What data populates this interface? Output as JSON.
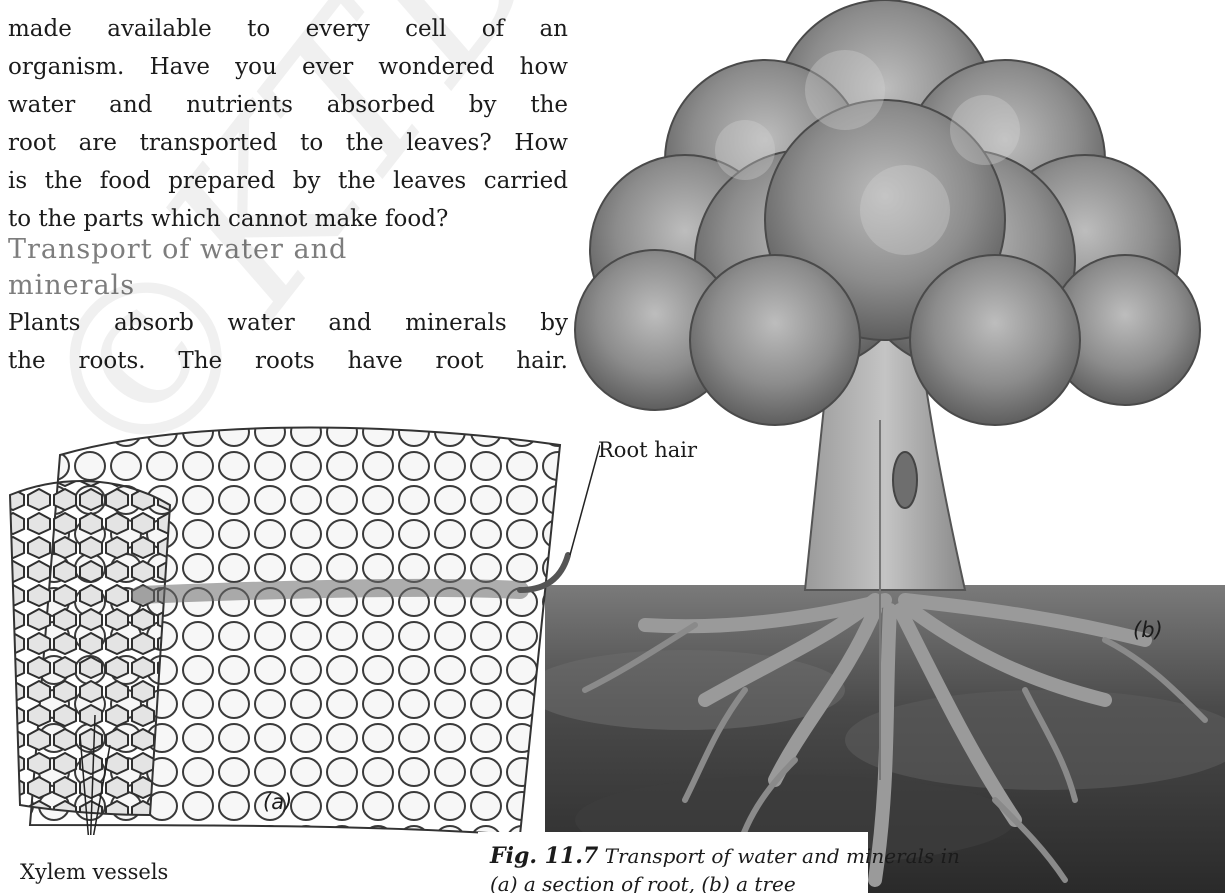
{
  "watermark": {
    "text": "©KTBS"
  },
  "paragraph1": {
    "lines": [
      "made available to every cell of an",
      "organism. Have you ever wondered how",
      "water and nutrients absorbed by the",
      "root are transported to the leaves? How",
      "is the food prepared by the leaves carried",
      "to the parts which cannot make food?"
    ]
  },
  "heading": {
    "line1": "Transport of water and",
    "line2": "minerals"
  },
  "paragraph2": {
    "lines": [
      "Plants absorb water and minerals by",
      "the roots. The roots have root hair."
    ]
  },
  "figure": {
    "label_root_hair": "Root hair",
    "label_xylem": "Xylem vessels",
    "label_a": "(a)",
    "label_b": "(b)",
    "caption_number": "Fig. 11.7",
    "caption_text_line1": "Transport of water and minerals in",
    "caption_text_line2": "(a) a section of root, (b) a tree"
  }
}
